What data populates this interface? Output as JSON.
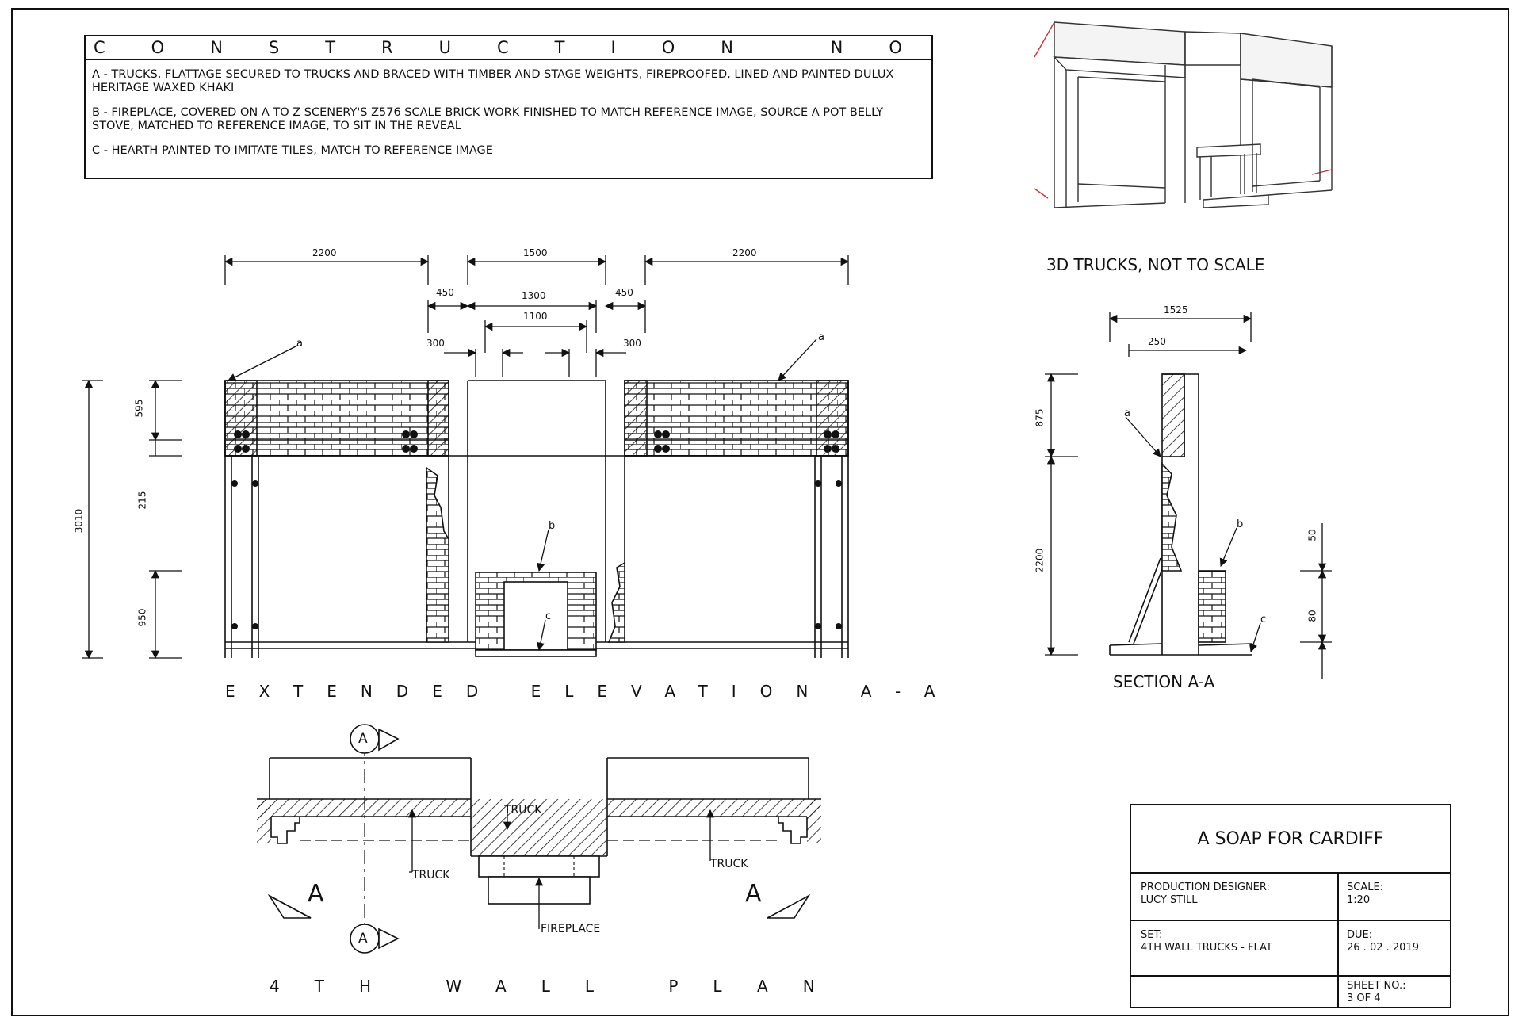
{
  "notes": {
    "title": "CONSTRUCTION NOTES",
    "items": [
      "a - TRUCKS, FLATTAGE SECURED TO TRUCKS AND BRACED WITH TIMBER AND STAGE WEIGHTS, FIREPROOFED, LINED AND PAINTED DULUX HERITAGE WAXED KHAKI",
      "b - FIREPLACE, COVERED ON A TO Z SCENERY'S Z576 SCALE BRICK WORK FINISHED TO MATCH REFERENCE IMAGE, SOURCE A POT BELLY STOVE, MATCHED TO REFERENCE IMAGE, TO SIT IN THE REVEAL",
      "c - HEARTH PAINTED TO IMITATE TILES, MATCH TO REFERENCE IMAGE"
    ]
  },
  "view3d": {
    "caption": "3D TRUCKS, NOT TO SCALE"
  },
  "elevation": {
    "title": "EXTENDED ELEVATION A-A",
    "dims": {
      "d2200_left": "2200",
      "d1500": "1500",
      "d2200_right": "2200",
      "d450_left": "450",
      "d1300": "1300",
      "d450_right": "450",
      "d1100": "1100",
      "d300_left": "300",
      "d300_right": "300",
      "v595": "595",
      "v215": "215",
      "v3010": "3010",
      "v950": "950"
    },
    "callouts": {
      "a1": "a",
      "a2": "a",
      "b": "b",
      "c": "c"
    }
  },
  "section": {
    "title": "SECTION A-A",
    "dims": {
      "d1525": "1525",
      "d250": "250",
      "v875": "875",
      "v2200": "2200",
      "v50": "50",
      "v80": "80"
    },
    "callouts": {
      "a": "a",
      "b": "b",
      "c": "c"
    }
  },
  "plan": {
    "title": "4TH WALL PLAN",
    "labels": {
      "truck_top": "TRUCK",
      "truck_left": "TRUCK",
      "truck_right": "TRUCK",
      "fireplace": "FIREPLACE"
    },
    "markers": {
      "section_top": "A",
      "section_bottom": "A",
      "arrow_left": "A",
      "arrow_right": "A"
    }
  },
  "title_block": {
    "project": "A SOAP FOR  CARDIFF",
    "designer_caption": "PRODUCTION DESIGNER:",
    "designer": "LUCY STILL",
    "scale_caption": "SCALE:",
    "scale": "1:20",
    "set_caption": "SET:",
    "set": "4TH WALL TRUCKS - FLAT",
    "due_caption": "DUE:",
    "due": "26 . 02 . 2019",
    "sheet_caption": "SHEET NO.:",
    "sheet": "3 OF 4"
  }
}
